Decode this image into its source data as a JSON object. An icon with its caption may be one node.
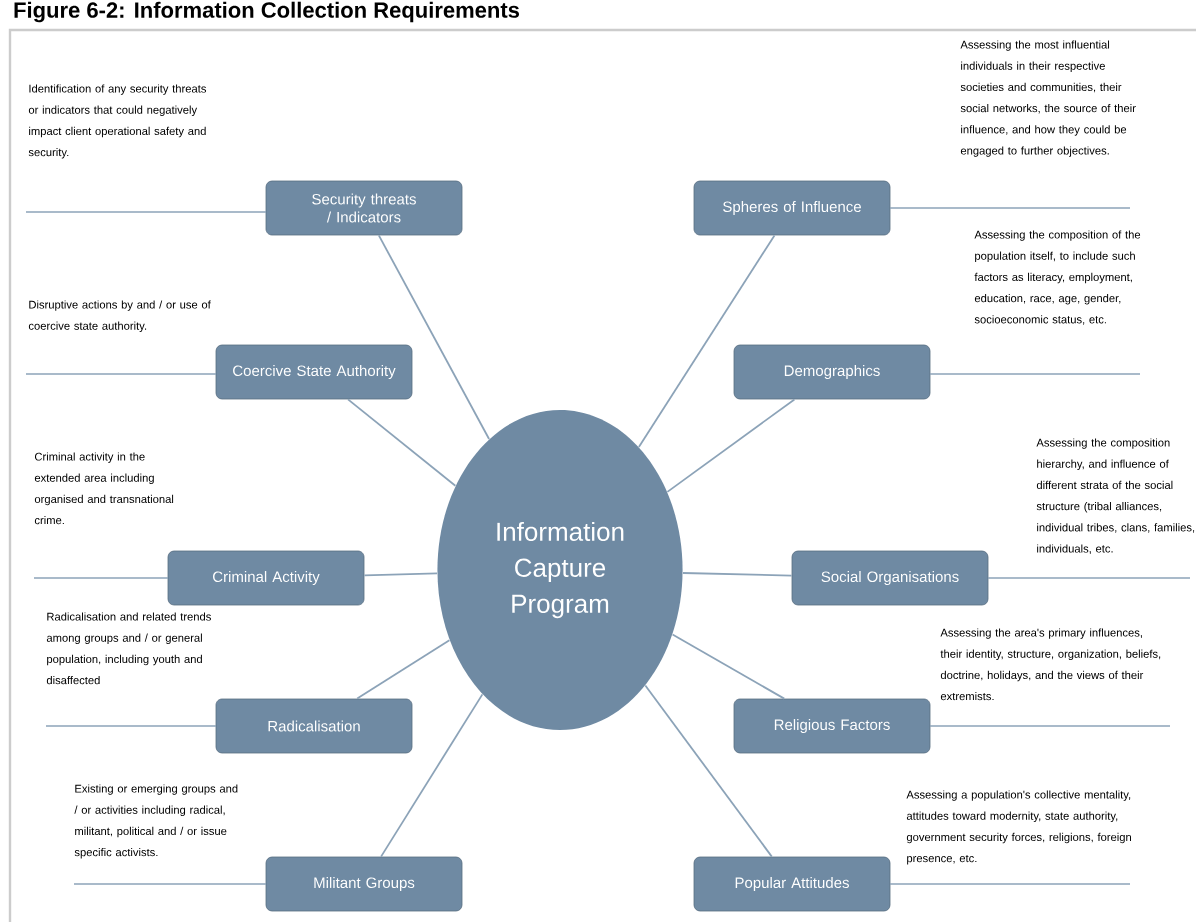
{
  "diagram": {
    "title": "Figure 6-2: Information Collection Requirements",
    "nodes": [
      {
        "text": [
          "Information Capture Program"
        ]
      },
      {
        "text": [
          "Security threats / Indicators"
        ]
      },
      {
        "text": [
          "Spheres of Influence"
        ]
      },
      {
        "text": [
          "Coercive State Authority"
        ]
      },
      {
        "text": [
          "Demographics"
        ]
      },
      {
        "text": [
          "Criminal Activity"
        ]
      },
      {
        "text": [
          "Social Organisations"
        ]
      },
      {
        "text": [
          "Radicalisation"
        ]
      },
      {
        "text": [
          "Religious Factors"
        ]
      },
      {
        "text": [
          "Militant Groups"
        ]
      },
      {
        "text": [
          "Popular Attitudes"
        ]
      }
    ],
    "edges": [
      {
        "from": 0,
        "to": 1,
        "arrow": "none"
      },
      {
        "from": 0,
        "to": 2,
        "arrow": "none"
      },
      {
        "from": 0,
        "to": 3,
        "arrow": "none"
      },
      {
        "from": 0,
        "to": 4,
        "arrow": "none"
      },
      {
        "from": 0,
        "to": 5,
        "arrow": "none"
      },
      {
        "from": 0,
        "to": 6,
        "arrow": "none"
      },
      {
        "from": 0,
        "to": 7,
        "arrow": "none"
      },
      {
        "from": 0,
        "to": 8,
        "arrow": "none"
      },
      {
        "from": 0,
        "to": 9,
        "arrow": "none"
      },
      {
        "from": 0,
        "to": 10,
        "arrow": "none"
      }
    ],
    "labels": [
      "Identification of any security threats or indicators that could negatively impact client operational safety and security.",
      "Assessing the most influential individuals in their respective societies and communities, their social networks, the source of their influence, and how they could be engaged to further objectives.",
      "Disruptive actions by and / or use of coercive state authority.",
      "Assessing the composition of the population itself, to include such factors as literacy, employment, education, race, age, gender, socioeconomic status, etc.",
      "Criminal activity in the extended area including organised and transnational crime.",
      "Assessing the composition hierarchy, and influence of different strata of the social structure (tribal alliances, individual tribes, clans, families, individuals, etc.",
      "Radicalisation and related trends among groups and / or general population, including youth and disaffected",
      "Assessing the area's primary influences, their identity, structure, organization, beliefs, doctrine, holidays, and the views of their extremists.",
      "Existing or emerging groups and / or activities including radical, militant, political and / or issue specific activists.",
      "Assessing a population's collective mentality, attitudes toward modernity, state authority, government security forces, religions, foreign presence, etc."
    ]
  }
}
